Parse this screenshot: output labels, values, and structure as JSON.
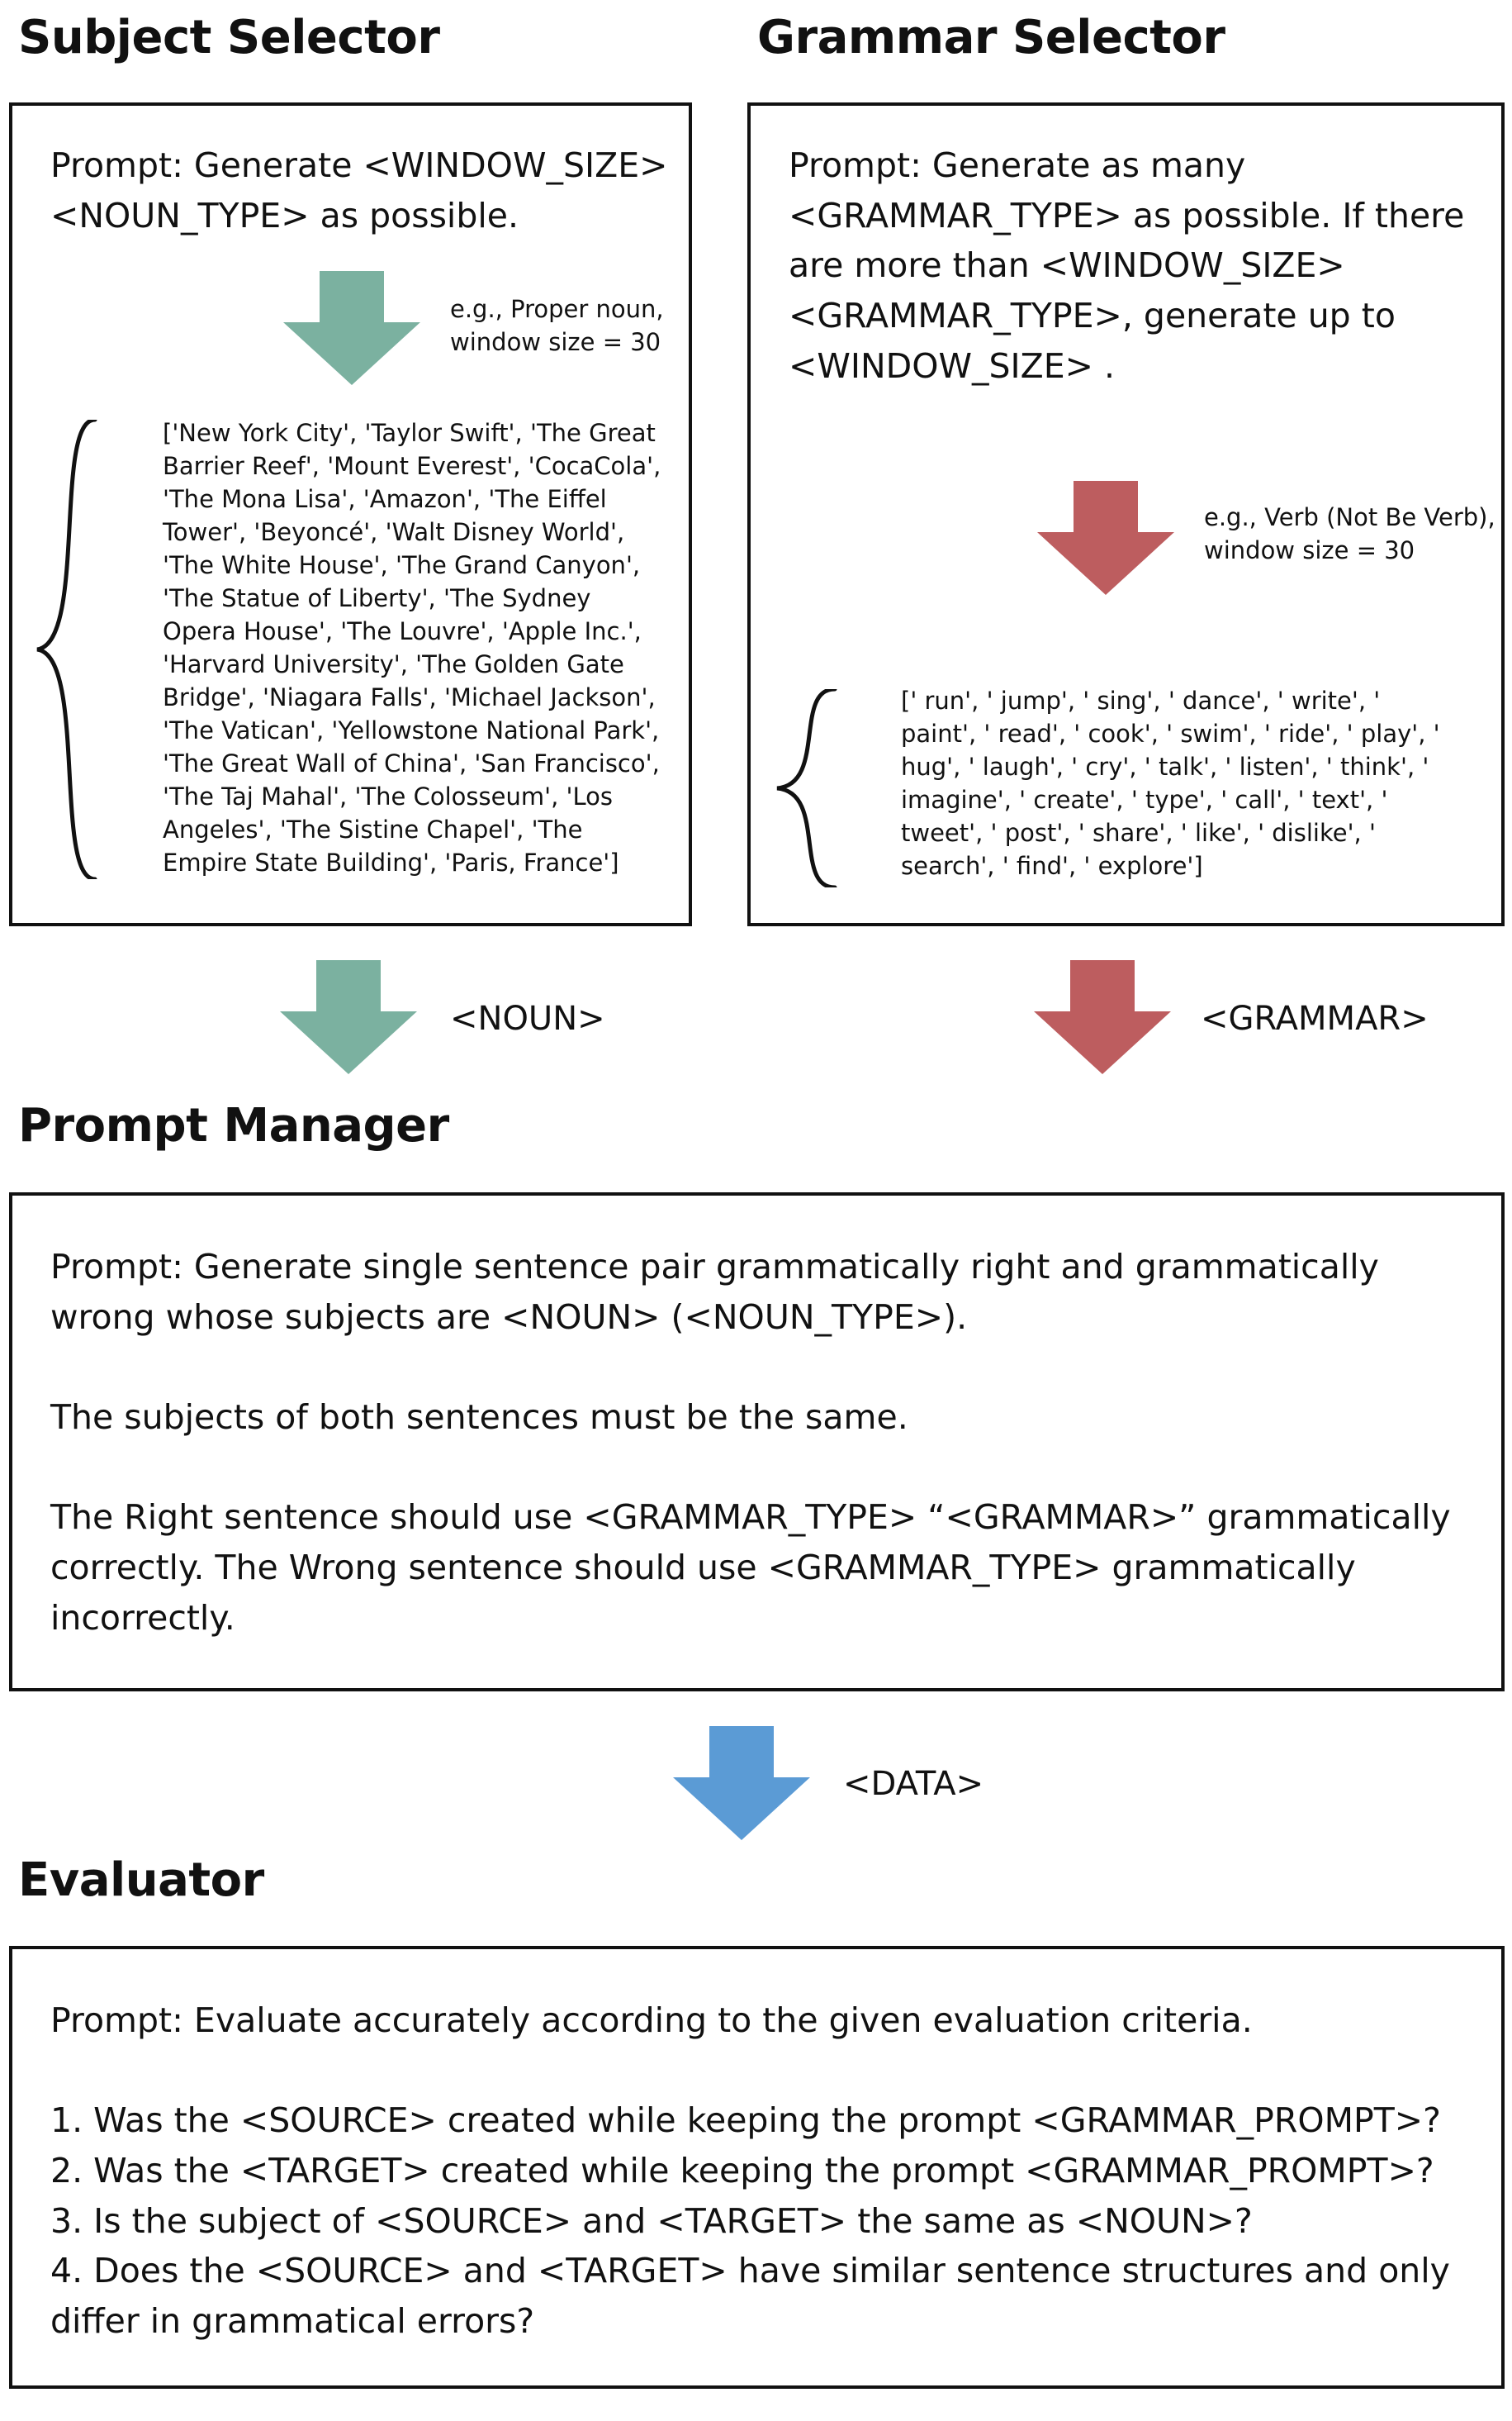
{
  "subject_selector": {
    "title": "Subject Selector",
    "prompt": "Prompt: Generate <WINDOW_SIZE> <NOUN_TYPE> as possible.",
    "example_note": "e.g., Proper noun,\nwindow size = 30",
    "example_list": "['New York City', 'Taylor Swift', 'The Great Barrier Reef', 'Mount Everest', 'CocaCola', 'The Mona Lisa', 'Amazon', 'The Eiffel Tower', 'Beyoncé', 'Walt Disney World', 'The White House', 'The Grand Canyon', 'The Statue of Liberty', 'The Sydney Opera House', 'The Louvre', 'Apple Inc.', 'Harvard University', 'The Golden Gate Bridge', 'Niagara Falls', 'Michael Jackson', 'The Vatican', 'Yellowstone National Park', 'The Great Wall of China', 'San Francisco', 'The Taj Mahal', 'The Colosseum', 'Los Angeles', 'The Sistine Chapel', 'The Empire State Building', 'Paris, France']",
    "output_label": "<NOUN>"
  },
  "grammar_selector": {
    "title": "Grammar Selector",
    "prompt": "Prompt: Generate as many <GRAMMAR_TYPE> as possible. If there are more than <WINDOW_SIZE> <GRAMMAR_TYPE>, generate up to <WINDOW_SIZE> .",
    "example_note": "e.g., Verb (Not Be Verb),\nwindow size = 30",
    "example_list": "[' run', ' jump', ' sing', ' dance', ' write', ' paint', ' read', ' cook', ' swim', ' ride', ' play', ' hug', ' laugh', ' cry', ' talk', ' listen', ' think', ' imagine', ' create', ' type', ' call', ' text', ' tweet', ' post', ' share', ' like', ' dislike', ' search', ' find', ' explore']",
    "output_label": "<GRAMMAR>"
  },
  "prompt_manager": {
    "title": "Prompt Manager",
    "paragraphs": [
      "Prompt: Generate single sentence pair grammatically right and grammatically wrong whose subjects are <NOUN> (<NOUN_TYPE>).",
      "The subjects of both sentences must be the same.",
      "The Right sentence should use <GRAMMAR_TYPE> “<GRAMMAR>” grammatically correctly. The Wrong sentence should use <GRAMMAR_TYPE> grammatically incorrectly."
    ],
    "output_label": "<DATA>"
  },
  "evaluator": {
    "title": "Evaluator",
    "intro": "Prompt: Evaluate accurately according to the given evaluation criteria.",
    "criteria": [
      "1. Was the <SOURCE> created while keeping the prompt <GRAMMAR_PROMPT>?",
      "2. Was the <TARGET> created while keeping the prompt <GRAMMAR_PROMPT>?",
      "3. Is the subject of <SOURCE> and <TARGET> the same as <NOUN>?",
      "4. Does the <SOURCE> and <TARGET> have similar sentence structures and only differ in grammatical errors?"
    ]
  },
  "colors": {
    "subject_arrow": "#7bb1a0",
    "grammar_arrow": "#bd5d5f",
    "data_arrow": "#5b9bd5",
    "border": "#111111"
  }
}
